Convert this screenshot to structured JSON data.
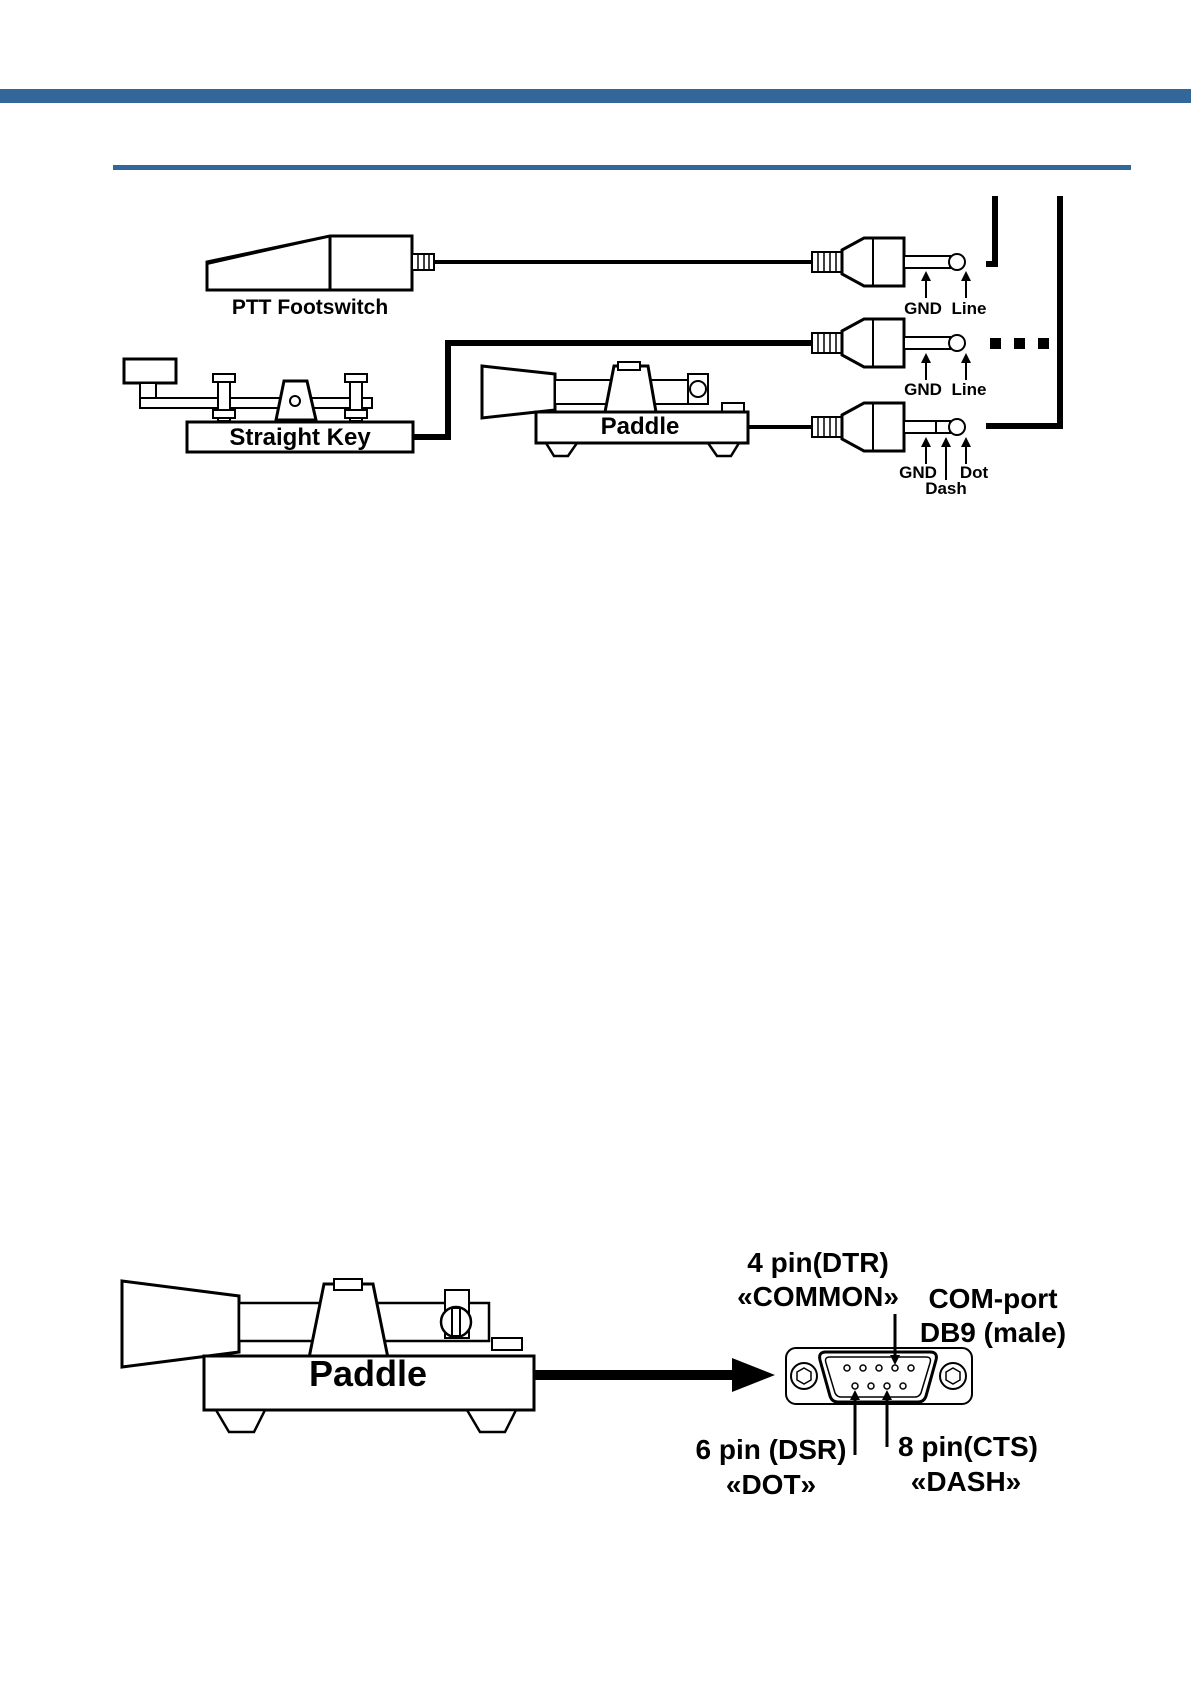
{
  "colors": {
    "header_band": "#336699",
    "rule": "#336699",
    "ink": "#000000",
    "device_fill": "#ffffff"
  },
  "top_diagram": {
    "devices": {
      "footswitch": "PTT Footswitch",
      "straight_key": "Straight Key",
      "paddle": "Paddle"
    },
    "jack1_pins": {
      "gnd": "GND",
      "line": "Line"
    },
    "jack2_pins": {
      "gnd": "GND",
      "line": "Line"
    },
    "jack3_pins": {
      "gnd": "GND",
      "dot": "Dot",
      "dash": "Dash"
    }
  },
  "bottom_diagram": {
    "device": "Paddle",
    "port_title_1": "COM-port",
    "port_title_2": "DB9 (male)",
    "pin4_name": "4 pin(DTR)",
    "pin4_role": "«COMMON»",
    "pin6_name": "6 pin (DSR)",
    "pin6_role": "«DOT»",
    "pin8_name": "8 pin(CTS)",
    "pin8_role": "«DASH»"
  }
}
